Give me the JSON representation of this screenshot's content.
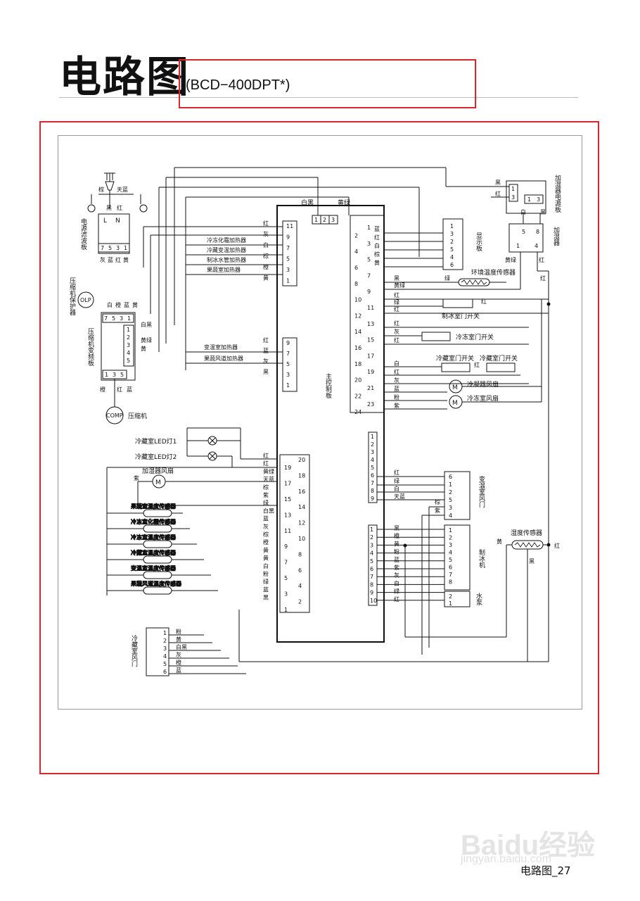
{
  "header": {
    "title": "电路图",
    "model": "(BCD−400DPT*)"
  },
  "footer": {
    "page_label": "电路图_27"
  },
  "watermark": {
    "brand": "Baidu经验",
    "url": "jingyan.baidu.com"
  },
  "colors": {
    "highlight": "#d9262c",
    "line": "#111111"
  },
  "diagram": {
    "labels": {
      "plug_brown": "棕",
      "plug_sky_blue": "天蓝",
      "black": "黑",
      "red": "红",
      "L": "L",
      "N": "N",
      "filter_board": "电源滤波板",
      "filter_pins": [
        "7",
        "5",
        "3",
        "1"
      ],
      "filter_wires": [
        "灰",
        "蓝",
        "红",
        "黄"
      ],
      "protector": "压缩机保护器",
      "olp": "OLP",
      "protector_wires": [
        "白",
        "橙",
        "蓝",
        "黄"
      ],
      "inverter_pins_top": [
        "7",
        "5",
        "3",
        "1"
      ],
      "inverter_board": "压缩机变频板",
      "inverter_side_pins": [
        "1",
        "2",
        "3",
        "4",
        "5"
      ],
      "inverter_wires": [
        "白黑",
        "黄绿",
        "黄"
      ],
      "comp_pins": [
        "1",
        "3",
        "5"
      ],
      "comp_wires": [
        "橙",
        "红",
        "蓝"
      ],
      "comp": "COMP",
      "compressor": "压缩机",
      "heater_conn_colors": [
        "红",
        "灰",
        "白",
        "棕",
        "橙",
        "黄"
      ],
      "heater_conn_pins": [
        "11",
        "9",
        "7",
        "5",
        "3",
        "1"
      ],
      "heaters_a": [
        "冷冻化霜加热器",
        "冷藏变温加热器",
        "制冰水管加热器",
        "果蔬室加热器"
      ],
      "heater_conn2_colors": [
        "红",
        "蓝",
        "灰",
        "黑"
      ],
      "heater_conn2_pins": [
        "9",
        "7",
        "5",
        "3",
        "1"
      ],
      "heaters_b": [
        "变温室加热器",
        "果蔬风道加热器"
      ],
      "top_conn_left": "白黑",
      "top_conn_right": "黄绿",
      "top_conn_pins": [
        "1",
        "2",
        "3"
      ],
      "main_board": "主控制板",
      "right_pins_a": [
        "1",
        "2",
        "3",
        "4",
        "5",
        "6",
        "7",
        "8",
        "9",
        "10",
        "11",
        "12",
        "13",
        "14",
        "15",
        "16",
        "17",
        "18",
        "19",
        "20",
        "21",
        "22",
        "23",
        "24"
      ],
      "right_wires_a": [
        "蓝",
        "红",
        "白",
        "棕",
        "黄"
      ],
      "display": "显示板",
      "display_pins": [
        "1",
        "3",
        "2",
        "5",
        "4",
        "6"
      ],
      "env_wires": [
        "黑",
        "黄绿"
      ],
      "env_sensor_green": "绿",
      "env_sensor": "环境温度传感器",
      "ice_door_wires": [
        "红",
        "绿",
        "红"
      ],
      "ice_door_red": "红",
      "ice_door": "制冰室门开关",
      "fridge_door_wires": [
        "红",
        "灰",
        "红"
      ],
      "fridge_door_sw": "冷冻室门开关",
      "lower_wires": [
        "白",
        "红",
        "灰",
        "蓝",
        "粉",
        "紫"
      ],
      "cold_door": "冷藏室门开关",
      "cold_door_red": "红",
      "freeze_door": "冷藏室门开关",
      "cond_fan": "冷凝器风扇",
      "freeze_fan": "冷冻室风扇",
      "humid_board": "加湿器电源板",
      "humid_wires": [
        "黑",
        "红"
      ],
      "humid_pins": [
        "1",
        "3"
      ],
      "humid_pins2": [
        "1",
        "3"
      ],
      "humid_board_wires": [
        "白",
        "黑"
      ],
      "humidifier": "加湿器",
      "humidifier_pins": [
        "5",
        "8",
        "1",
        "4"
      ],
      "humid_out": [
        "黄绿",
        "红"
      ],
      "humid_red": "红",
      "led1": "冷藏室LED灯1",
      "led2": "冷藏室LED灯2",
      "left_conn_wires": [
        "红",
        "红",
        "黄绿",
        "天蓝",
        "棕",
        "紫",
        "绿",
        "白黑",
        "蓝",
        "灰",
        "棕",
        "橙",
        "黄",
        "黄",
        "白",
        "粉",
        "绿",
        "蓝",
        "黑"
      ],
      "left_conn_pins": [
        "20",
        "19",
        "18",
        "17",
        "16",
        "15",
        "14",
        "13",
        "12",
        "11",
        "10",
        "9",
        "8",
        "7",
        "6",
        "5",
        "4",
        "3",
        "2",
        "1"
      ],
      "humid_fan": "加湿器风扇",
      "humid_fan_purple": "紫",
      "sensors": [
        "果蔬室温度传感器",
        "冷冻室化霜传感器",
        "冷冻室温度传感器",
        "冷藏室温度传感器",
        "变温室温度传感器",
        "果蔬风道温度传感器"
      ],
      "mid_pins": [
        "1",
        "2",
        "3",
        "4",
        "5",
        "6",
        "7",
        "8",
        "9"
      ],
      "mid_wires": [
        "红",
        "绿",
        "白",
        "天蓝"
      ],
      "var_damper": "变温室风门",
      "var_damper_pins": [
        "6",
        "1",
        "2",
        "5",
        "3",
        "4"
      ],
      "var_damper_extra": [
        "棕",
        "紫"
      ],
      "ice_pins": [
        "1",
        "2",
        "3",
        "4",
        "5",
        "6",
        "7",
        "8",
        "9",
        "10"
      ],
      "ice_wires": [
        "黑",
        "橙",
        "黄",
        "粉",
        "蓝",
        "紫",
        "灰",
        "白",
        "绿",
        "红"
      ],
      "ice_maker": "制冰机",
      "ice_maker_pins": [
        "1",
        "2",
        "3",
        "4",
        "5",
        "6",
        "7",
        "8"
      ],
      "pump": "水泵",
      "pump_pins": [
        "2",
        "1"
      ],
      "humid_sensor": "湿度传感器",
      "humid_sensor_wires": [
        "黄",
        "红",
        "黑"
      ],
      "cold_damper": "冷藏室风门",
      "cold_damper_pins": [
        "1",
        "2",
        "3",
        "4",
        "5",
        "6"
      ],
      "cold_damper_wires": [
        "粉",
        "黄",
        "白黑",
        "灰",
        "橙",
        "蓝"
      ]
    }
  }
}
